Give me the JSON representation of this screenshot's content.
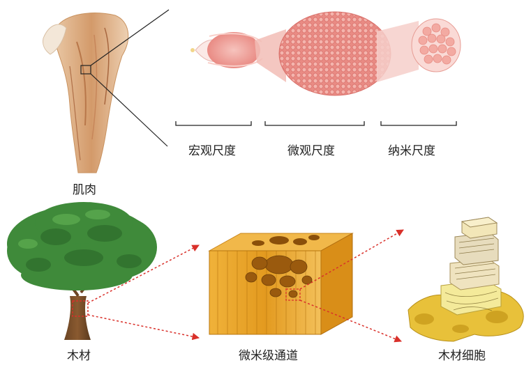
{
  "muscle": {
    "label": "肌肉",
    "scales": {
      "macro": "宏观尺度",
      "micro": "微观尺度",
      "nano": "纳米尺度"
    }
  },
  "wood": {
    "label": "木材",
    "channel_label": "微米级通道",
    "cell_label": "木材细胞"
  },
  "colors": {
    "muscle_pink": "#e98b84",
    "tree_green": "#3f8a3a",
    "wood_orange": "#e8a52a",
    "arrow_red": "#d9302a"
  }
}
